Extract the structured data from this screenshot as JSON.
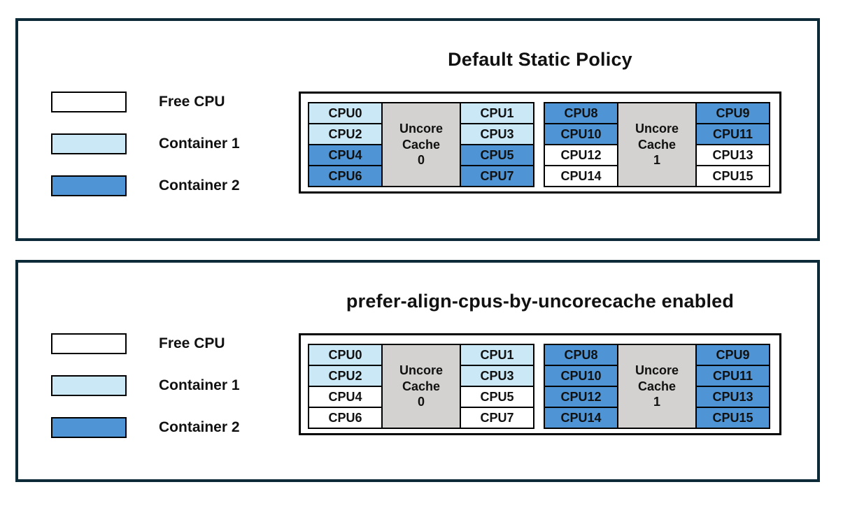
{
  "colors": {
    "free": "#ffffff",
    "container1": "#cbe8f6",
    "container2": "#4f95d6",
    "uncore": "#d3d2d0",
    "panel_border": "#0d2a38"
  },
  "legend": [
    {
      "label": "Free CPU",
      "state": "free"
    },
    {
      "label": "Container 1",
      "state": "container1"
    },
    {
      "label": "Container 2",
      "state": "container2"
    }
  ],
  "panels": [
    {
      "title": "Default Static Policy",
      "sockets": [
        {
          "uncore_label": "Uncore\nCache\n0",
          "left": [
            {
              "label": "CPU0",
              "state": "container1"
            },
            {
              "label": "CPU2",
              "state": "container1"
            },
            {
              "label": "CPU4",
              "state": "container2"
            },
            {
              "label": "CPU6",
              "state": "container2"
            }
          ],
          "right": [
            {
              "label": "CPU1",
              "state": "container1"
            },
            {
              "label": "CPU3",
              "state": "container1"
            },
            {
              "label": "CPU5",
              "state": "container2"
            },
            {
              "label": "CPU7",
              "state": "container2"
            }
          ]
        },
        {
          "uncore_label": "Uncore\nCache\n1",
          "left": [
            {
              "label": "CPU8",
              "state": "container2"
            },
            {
              "label": "CPU10",
              "state": "container2"
            },
            {
              "label": "CPU12",
              "state": "free"
            },
            {
              "label": "CPU14",
              "state": "free"
            }
          ],
          "right": [
            {
              "label": "CPU9",
              "state": "container2"
            },
            {
              "label": "CPU11",
              "state": "container2"
            },
            {
              "label": "CPU13",
              "state": "free"
            },
            {
              "label": "CPU15",
              "state": "free"
            }
          ]
        }
      ]
    },
    {
      "title": "prefer-align-cpus-by-uncorecache enabled",
      "sockets": [
        {
          "uncore_label": "Uncore\nCache\n0",
          "left": [
            {
              "label": "CPU0",
              "state": "container1"
            },
            {
              "label": "CPU2",
              "state": "container1"
            },
            {
              "label": "CPU4",
              "state": "free"
            },
            {
              "label": "CPU6",
              "state": "free"
            }
          ],
          "right": [
            {
              "label": "CPU1",
              "state": "container1"
            },
            {
              "label": "CPU3",
              "state": "container1"
            },
            {
              "label": "CPU5",
              "state": "free"
            },
            {
              "label": "CPU7",
              "state": "free"
            }
          ]
        },
        {
          "uncore_label": "Uncore\nCache\n1",
          "left": [
            {
              "label": "CPU8",
              "state": "container2"
            },
            {
              "label": "CPU10",
              "state": "container2"
            },
            {
              "label": "CPU12",
              "state": "container2"
            },
            {
              "label": "CPU14",
              "state": "container2"
            }
          ],
          "right": [
            {
              "label": "CPU9",
              "state": "container2"
            },
            {
              "label": "CPU11",
              "state": "container2"
            },
            {
              "label": "CPU13",
              "state": "container2"
            },
            {
              "label": "CPU15",
              "state": "container2"
            }
          ]
        }
      ]
    }
  ]
}
